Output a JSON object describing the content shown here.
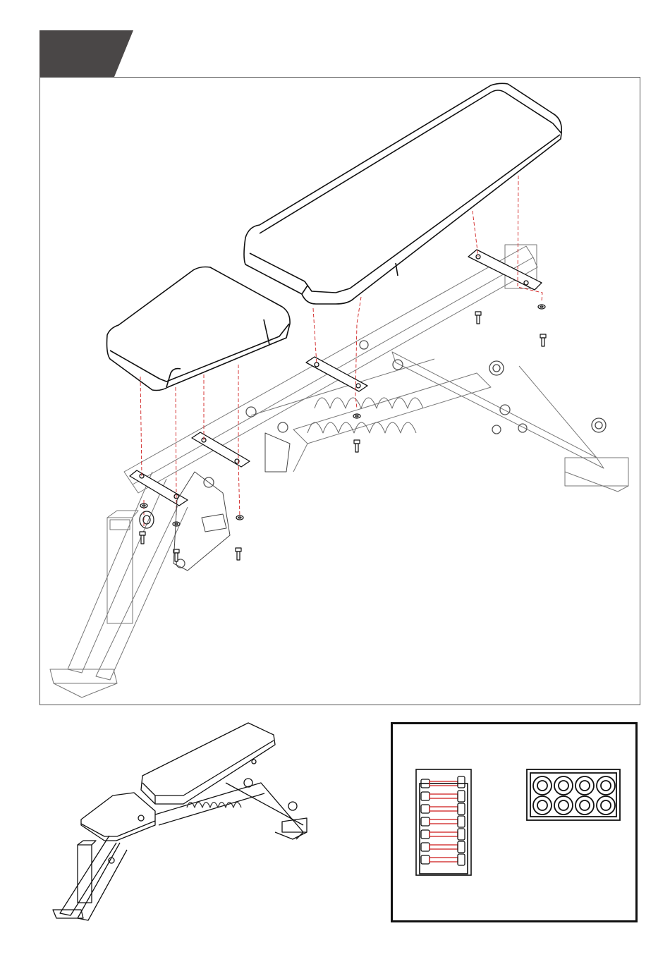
{
  "step": {
    "number": ""
  },
  "assembly": {
    "parts": [
      "backrest-pad",
      "seat-pad",
      "mounting-plate",
      "bolt",
      "washer"
    ]
  },
  "colors": {
    "ink": "#111111",
    "tab": "#4a4747",
    "guide": "#d02020",
    "frame": "#555555"
  },
  "hardware": {
    "bolt_icon": "bolt-icon",
    "washer_icon": "washer-icon",
    "bolt_count": 8,
    "washer_count": 8
  }
}
